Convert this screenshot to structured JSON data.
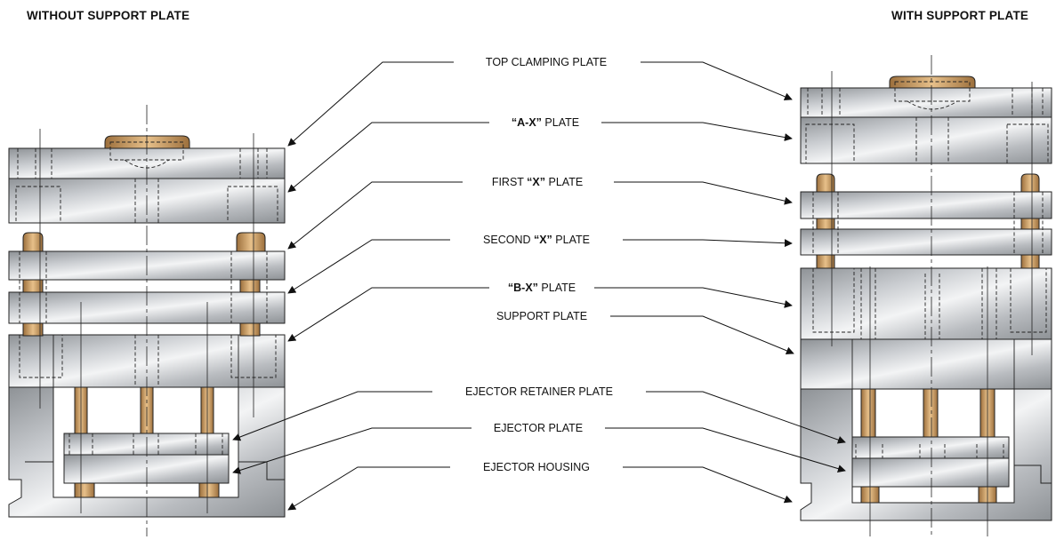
{
  "headings": {
    "left": "WITHOUT SUPPORT PLATE",
    "right": "WITH SUPPORT PLATE"
  },
  "labels": {
    "top_clamping": "TOP CLAMPING PLATE",
    "ax_bold": "“A-X”",
    "ax_rest": " PLATE",
    "first_x_pre": "FIRST ",
    "first_x_bold": "“X”",
    "first_x_post": " PLATE",
    "second_x_pre": "SECOND ",
    "second_x_bold": "“X”",
    "second_x_post": " PLATE",
    "bx_bold": "“B-X”",
    "bx_rest": " PLATE",
    "support": "SUPPORT PLATE",
    "ejector_retainer": "EJECTOR RETAINER PLATE",
    "ejector_plate": "EJECTOR PLATE",
    "ejector_housing": "EJECTOR HOUSING"
  },
  "colors": {
    "plate_dark": "#8e9296",
    "plate_light": "#f3f4f5",
    "bronze_dark": "#9c6f3c",
    "bronze_light": "#e7c08a",
    "outline": "#222222"
  }
}
